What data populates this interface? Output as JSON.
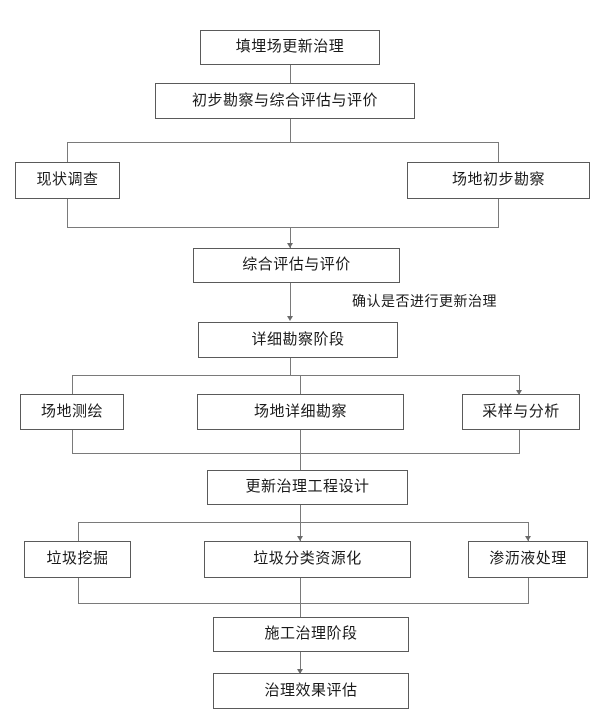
{
  "diagram": {
    "title_text": "填埋场更新治理",
    "background": "#ffffff",
    "box_border_color": "#5a5a5a",
    "connector_color": "#7a7a7a",
    "text_color": "#1a1a1a",
    "annotations": [
      {
        "text": "确认是否进行更新治理"
      }
    ],
    "nodes": [
      {
        "id": "n1",
        "label": "填埋场更新治理"
      },
      {
        "id": "n2",
        "label": "初步勘察与综合评估与评价"
      },
      {
        "id": "n3",
        "label": "现状调查"
      },
      {
        "id": "n4",
        "label": "场地初步勘察"
      },
      {
        "id": "n5",
        "label": "综合评估与评价"
      },
      {
        "id": "n6",
        "label": "详细勘察阶段"
      },
      {
        "id": "n7",
        "label": "场地测绘"
      },
      {
        "id": "n8",
        "label": "场地详细勘察"
      },
      {
        "id": "n9",
        "label": "采样与分析"
      },
      {
        "id": "n10",
        "label": "更新治理工程设计"
      },
      {
        "id": "n11",
        "label": "垃圾挖掘"
      },
      {
        "id": "n12",
        "label": "垃圾分类资源化"
      },
      {
        "id": "n13",
        "label": "渗沥液处理"
      },
      {
        "id": "n14",
        "label": "施工治理阶段"
      },
      {
        "id": "n15",
        "label": "治理效果评估"
      }
    ]
  }
}
